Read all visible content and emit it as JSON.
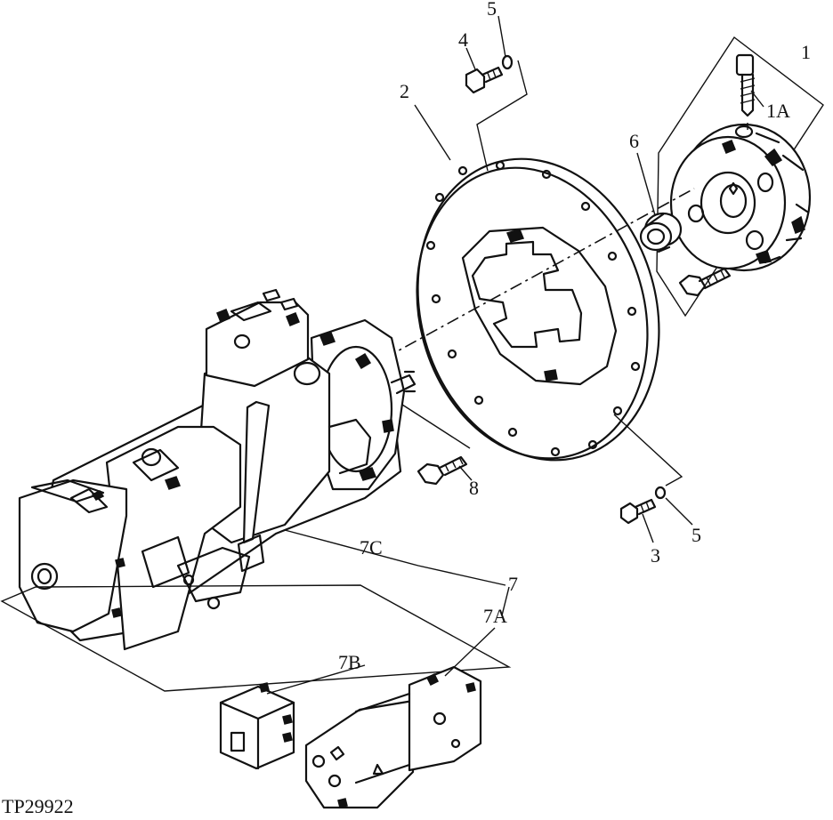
{
  "figure_id": "TP29922",
  "callouts": {
    "c1": "1",
    "c1a": "1A",
    "c2": "2",
    "c3": "3",
    "c4": "4",
    "c5_top": "5",
    "c5_right": "5",
    "c6": "6",
    "c7": "7",
    "c7a": "7A",
    "c7b": "7B",
    "c7c": "7C",
    "c8": "8"
  }
}
